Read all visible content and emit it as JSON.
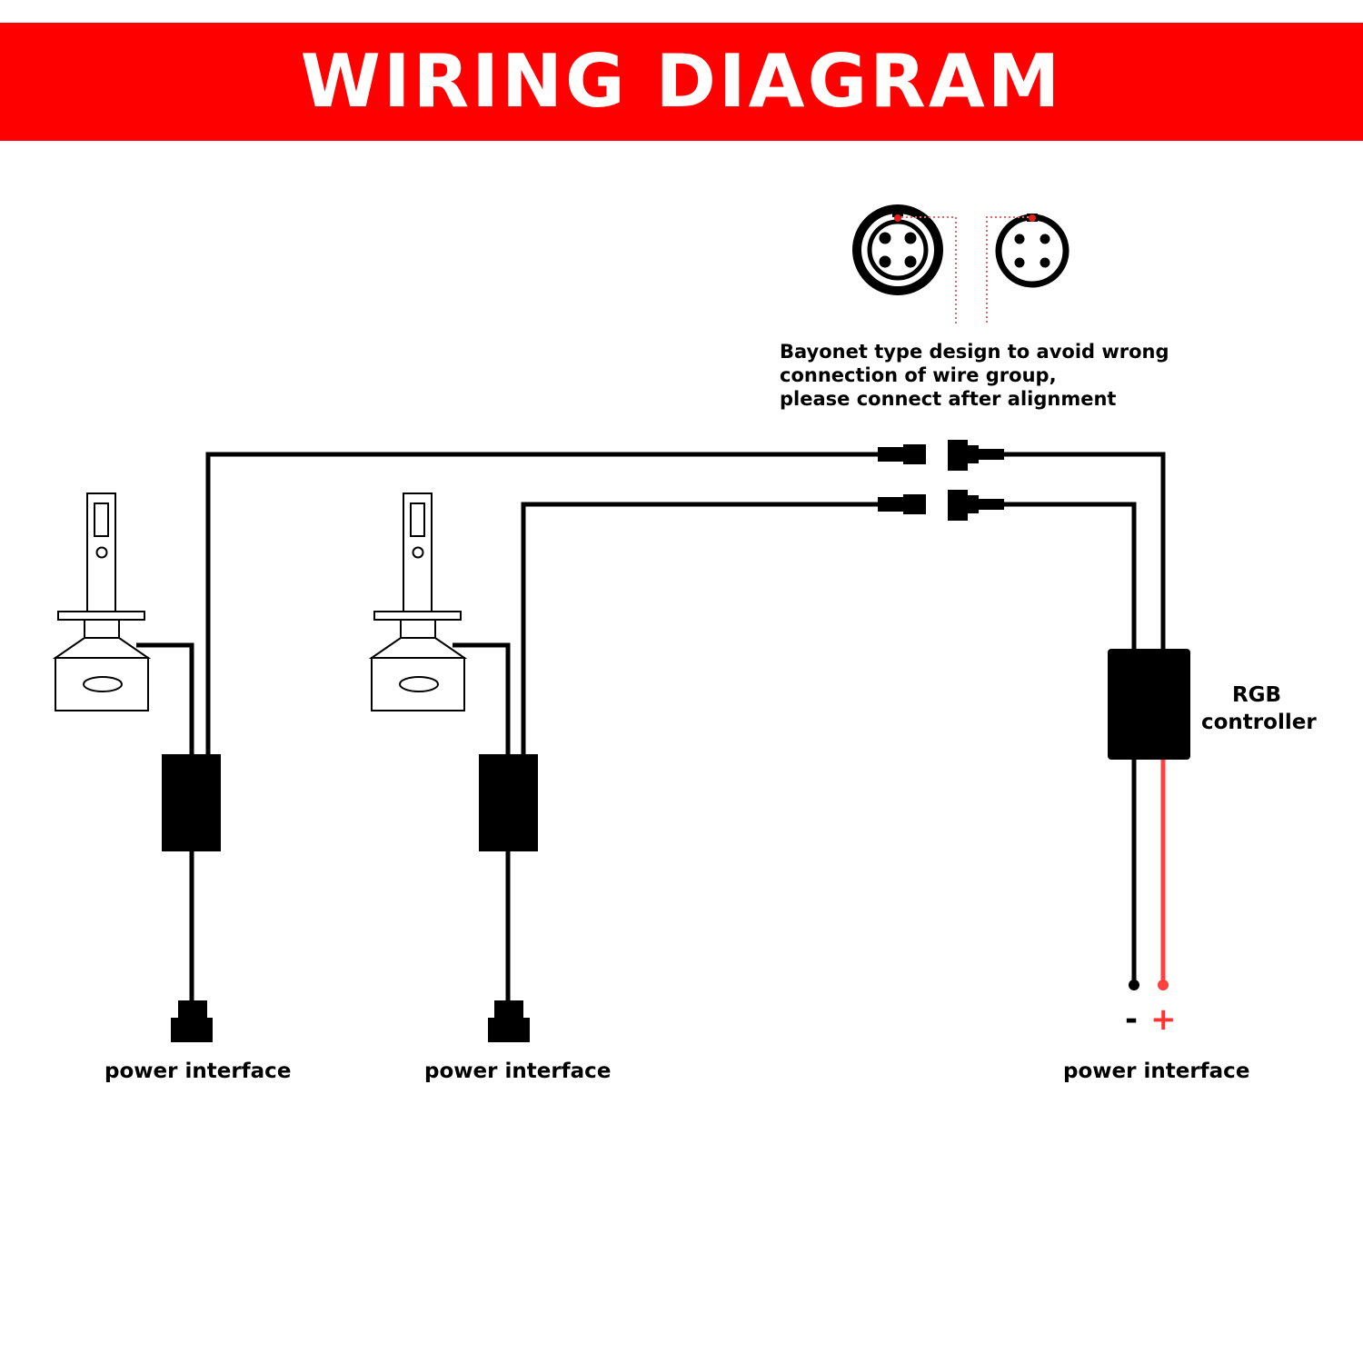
{
  "title": "WIRING DIAGRAM",
  "colors": {
    "banner": "#ff0000",
    "wire": "#000000",
    "positive_wire": "#ff4040",
    "alignment_mark": "#e0201a"
  },
  "bayonet_note": [
    "Bayonet type design to avoid wrong",
    "connection of wire group,",
    "please connect after alignment"
  ],
  "controller_label": [
    "RGB",
    "controller"
  ],
  "power_labels": [
    "power interface",
    "power interface",
    "power interface"
  ],
  "polarity": {
    "negative": "-",
    "positive": "+"
  }
}
